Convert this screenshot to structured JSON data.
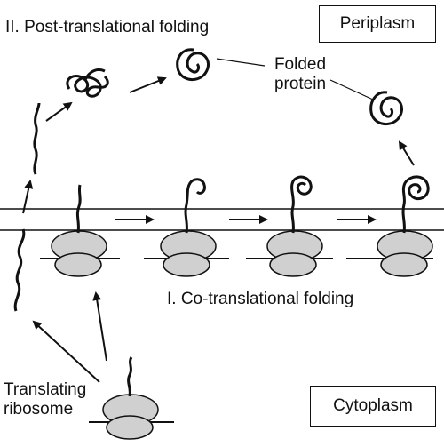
{
  "labels": {
    "post_translational": "II. Post-translational folding",
    "co_translational": "I. Co-translational folding",
    "periplasm": "Periplasm",
    "cytoplasm": "Cytoplasm",
    "folded_protein_line1": "Folded",
    "folded_protein_line2": "protein",
    "translating_line1": "Translating",
    "translating_line2": "ribosome"
  },
  "colors": {
    "stroke": "#111111",
    "ribosome_fill": "#d0d0d0",
    "background": "#ffffff"
  }
}
